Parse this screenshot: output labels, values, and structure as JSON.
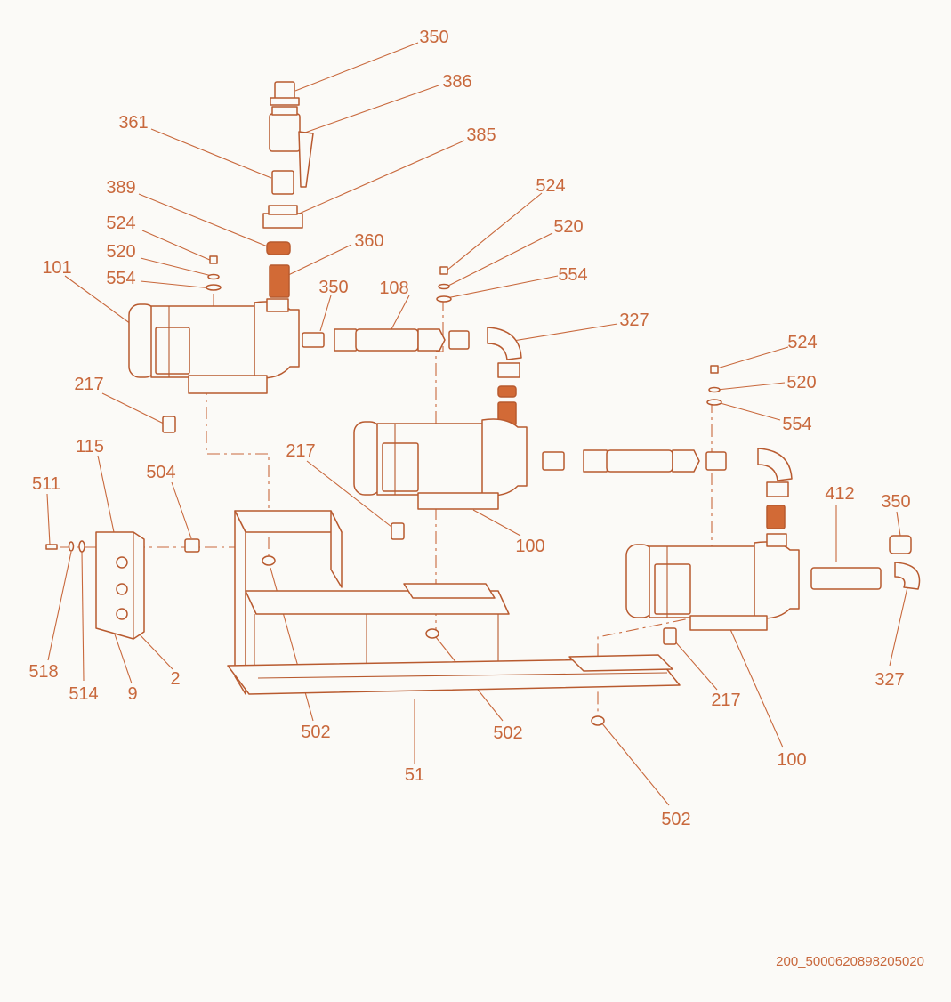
{
  "colors": {
    "line": "#c8683c",
    "accent": "#d26a36",
    "background": "#fbfaf7"
  },
  "labels": {
    "p350_top": "350",
    "p386": "386",
    "p361": "361",
    "p385": "385",
    "p389": "389",
    "p524_a": "524",
    "p520_a": "520",
    "p554_a": "554",
    "p101": "101",
    "p360": "360",
    "p350_mid": "350",
    "p108": "108",
    "p524_b": "524",
    "p520_b": "520",
    "p554_b": "554",
    "p327_a": "327",
    "p524_c": "524",
    "p520_c": "520",
    "p554_c": "554",
    "p217_a": "217",
    "p115": "115",
    "p504": "504",
    "p217_b": "217",
    "p511": "511",
    "p100_a": "100",
    "p412": "412",
    "p350_right": "350",
    "p518": "518",
    "p514": "514",
    "p9": "9",
    "p2": "2",
    "p502_a": "502",
    "p502_b": "502",
    "p51": "51",
    "p217_c": "217",
    "p327_b": "327",
    "p100_b": "100",
    "p502_c": "502"
  },
  "footer_code": "200_5000620898205020"
}
